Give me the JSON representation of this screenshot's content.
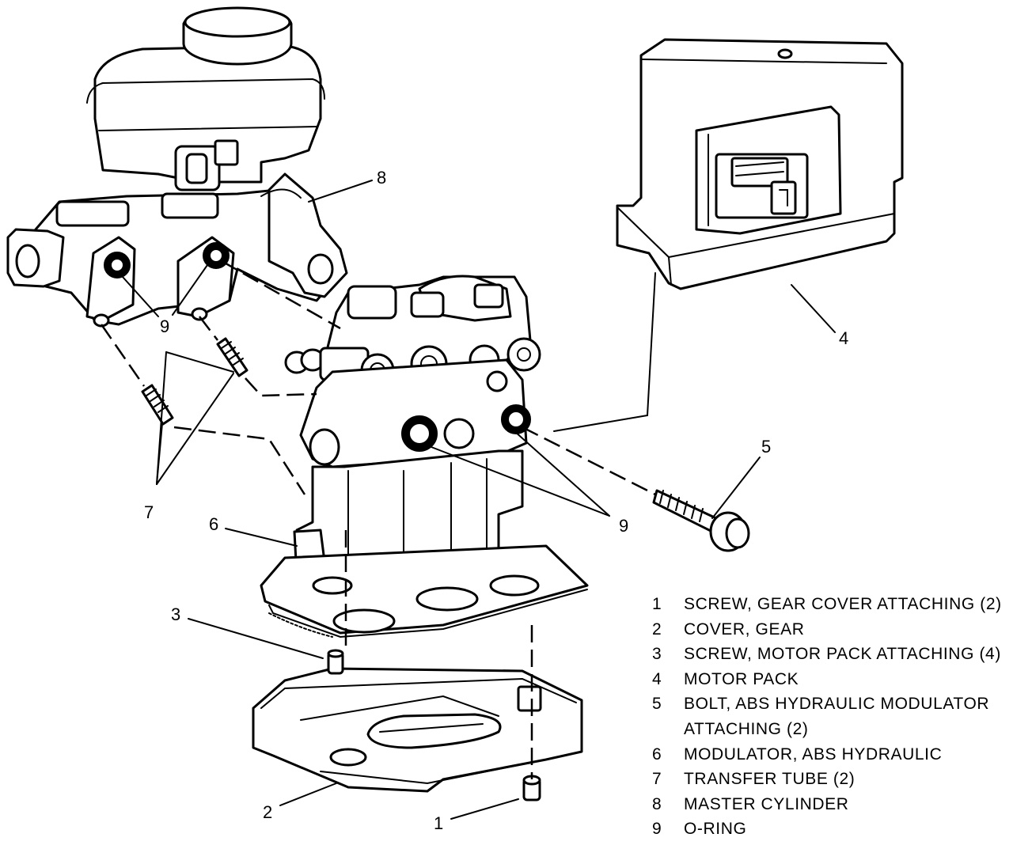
{
  "callouts": {
    "c1": "1",
    "c2": "2",
    "c3": "3",
    "c4": "4",
    "c5": "5",
    "c6": "6",
    "c7": "7",
    "c8": "8",
    "c9a": "9",
    "c9b": "9"
  },
  "legend": [
    {
      "num": "1",
      "text": "SCREW, GEAR COVER ATTACHING (2)"
    },
    {
      "num": "2",
      "text": "COVER, GEAR"
    },
    {
      "num": "3",
      "text": "SCREW, MOTOR PACK ATTACHING (4)"
    },
    {
      "num": "4",
      "text": "MOTOR PACK"
    },
    {
      "num": "5",
      "text": "BOLT, ABS HYDRAULIC MODULATOR",
      "cont": "ATTACHING (2)"
    },
    {
      "num": "6",
      "text": "MODULATOR, ABS HYDRAULIC"
    },
    {
      "num": "7",
      "text": "TRANSFER TUBE (2)"
    },
    {
      "num": "8",
      "text": "MASTER CYLINDER"
    },
    {
      "num": "9",
      "text": "O-RING"
    }
  ]
}
